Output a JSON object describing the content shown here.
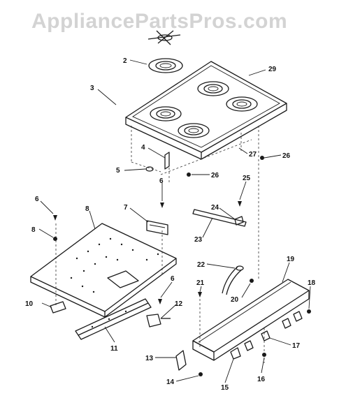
{
  "watermark": "AppliancePartsPros.com",
  "callouts": {
    "c2": "2",
    "c3": "3",
    "c4": "4",
    "c5": "5",
    "c6a": "6",
    "c6b": "6",
    "c6c": "6",
    "c8a": "8",
    "c8b": "8",
    "c10": "10",
    "c11": "11",
    "c12": "12",
    "c13": "13",
    "c14": "14",
    "c15": "15",
    "c16": "16",
    "c17": "17",
    "c18": "18",
    "c19": "19",
    "c20": "20",
    "c21": "21",
    "c22": "22",
    "c23": "23",
    "c24": "24",
    "c25": "25",
    "c26a": "26",
    "c26b": "26",
    "c27": "27",
    "c29": "29"
  }
}
